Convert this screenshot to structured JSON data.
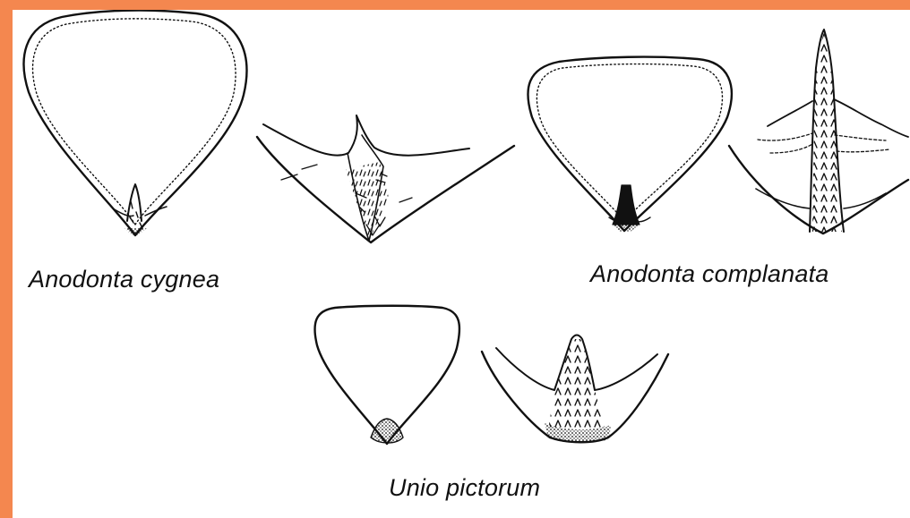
{
  "colors": {
    "frame": "#f4874f",
    "background": "#ffffff",
    "ink": "#111111"
  },
  "species": [
    {
      "key": "cygnea",
      "label": "Anodonta cygnea"
    },
    {
      "key": "complanata",
      "label": "Anodonta complanata"
    },
    {
      "key": "pictorum",
      "label": "Unio pictorum"
    }
  ]
}
